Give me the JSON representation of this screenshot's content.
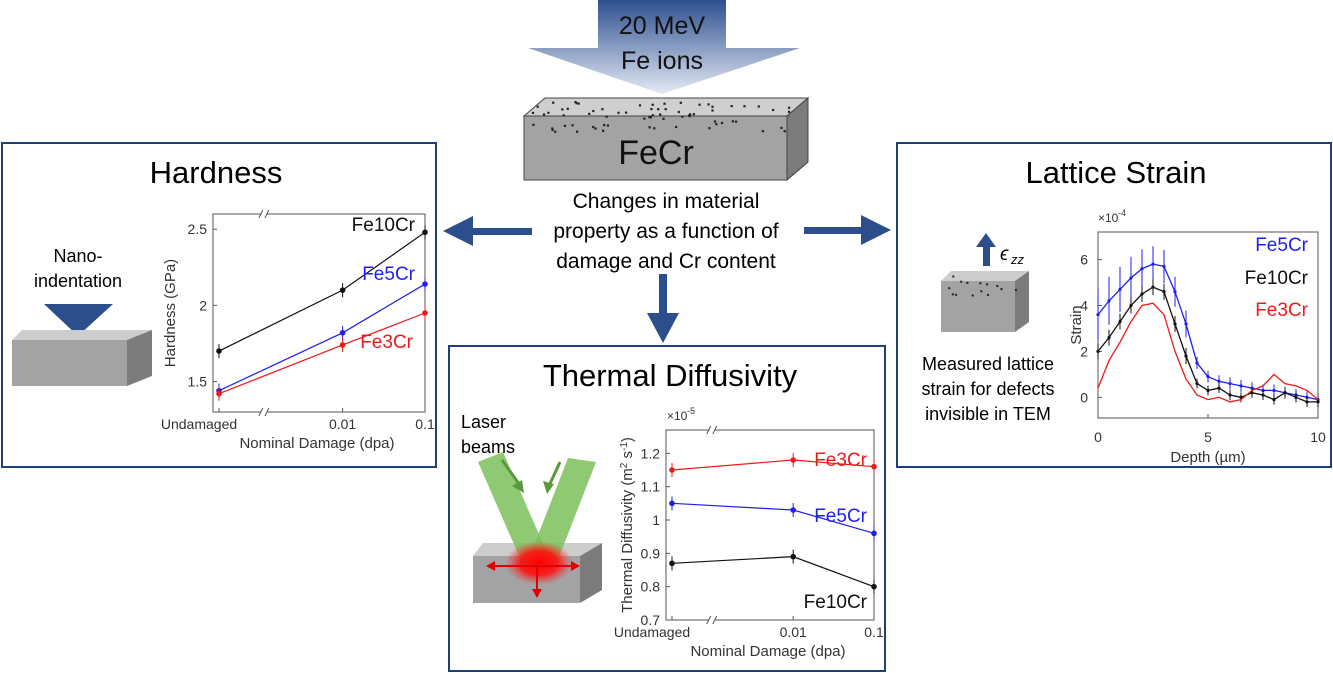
{
  "ion_beam": {
    "line1": "20 MeV",
    "line2": "Fe ions"
  },
  "sample": {
    "label": "FeCr"
  },
  "center_caption": {
    "line1": "Changes in material",
    "line2": "property as a function of",
    "line3": "damage and Cr content"
  },
  "panels": {
    "hardness": {
      "title": "Hardness",
      "method_line1": "Nano-",
      "method_line2": "indentation"
    },
    "thermal": {
      "title": "Thermal Diffusivity",
      "method_line1": "Laser",
      "method_line2": "beams"
    },
    "strain": {
      "title": "Lattice Strain",
      "symbol": "ϵ",
      "symbol_sub": "zz",
      "caption_line1": "Measured lattice",
      "caption_line2": "strain for defects",
      "caption_line3": "invisible in TEM"
    }
  },
  "colors": {
    "frame": "#1f3f7a",
    "arrow": "#2c4f8c",
    "beam_top": "#2e4f8f",
    "beam_bottom": "#dfe6f2",
    "block_front": "#a3a3a3",
    "block_top": "#cfcfcf",
    "block_side": "#7c7c7c",
    "fe10cr": "#111111",
    "fe5cr": "#1f1fef",
    "fe3cr": "#ee1a1a",
    "laser": "#7dbf5a"
  },
  "chart_data": [
    {
      "id": "hardness",
      "type": "line",
      "xlabel": "Nominal Damage (dpa)",
      "ylabel": "Hardness (GPa)",
      "categories": [
        "Undamaged",
        "0.01",
        "0.1"
      ],
      "yticks": [
        "1.5",
        "2",
        "2.5"
      ],
      "ylim": [
        1.3,
        2.6
      ],
      "series": [
        {
          "name": "Fe10Cr",
          "color": "#111111",
          "values": [
            1.7,
            2.1,
            2.48
          ]
        },
        {
          "name": "Fe5Cr",
          "color": "#1f1fef",
          "values": [
            1.44,
            1.82,
            2.14
          ]
        },
        {
          "name": "Fe3Cr",
          "color": "#ee1a1a",
          "values": [
            1.42,
            1.74,
            1.95
          ]
        }
      ]
    },
    {
      "id": "thermal",
      "type": "line",
      "xlabel": "Nominal Damage (dpa)",
      "ylabel_main": "Thermal Diffusivity (m",
      "ylabel_sup1": "2",
      "ylabel_mid": " s",
      "ylabel_sup2": "-1",
      "ylabel_end": ")",
      "multiplier": "×10",
      "multiplier_exp": "-5",
      "categories": [
        "Undamaged",
        "0.01",
        "0.1"
      ],
      "yticks": [
        "0.7",
        "0.8",
        "0.9",
        "1",
        "1.1",
        "1.2"
      ],
      "ylim": [
        0.7,
        1.27
      ],
      "series": [
        {
          "name": "Fe3Cr",
          "color": "#ee1a1a",
          "values": [
            1.15,
            1.18,
            1.16
          ]
        },
        {
          "name": "Fe5Cr",
          "color": "#1f1fef",
          "values": [
            1.05,
            1.03,
            0.96
          ]
        },
        {
          "name": "Fe10Cr",
          "color": "#111111",
          "values": [
            0.87,
            0.89,
            0.8
          ]
        }
      ]
    },
    {
      "id": "strain",
      "type": "line",
      "xlabel": "Depth (µm)",
      "ylabel": "Strain",
      "multiplier": "×10",
      "multiplier_exp": "-4",
      "xticks": [
        "0",
        "5",
        "10"
      ],
      "yticks": [
        "0",
        "2",
        "4",
        "6"
      ],
      "xlim": [
        0,
        10
      ],
      "ylim": [
        -0.9,
        7.2
      ],
      "series": [
        {
          "name": "Fe5Cr",
          "color": "#1f1fef",
          "x": [
            0,
            0.5,
            1,
            1.5,
            2,
            2.5,
            3,
            3.5,
            4,
            4.5,
            5,
            5.5,
            6,
            6.5,
            7,
            7.5,
            8,
            8.5,
            9,
            9.5,
            10
          ],
          "y": [
            3.6,
            4.2,
            4.7,
            5.2,
            5.6,
            5.8,
            5.7,
            4.6,
            3.2,
            1.5,
            0.9,
            0.7,
            0.6,
            0.5,
            0.4,
            0.3,
            0.3,
            0.2,
            0.1,
            0.0,
            -0.1
          ]
        },
        {
          "name": "Fe10Cr",
          "color": "#111111",
          "x": [
            0,
            0.5,
            1,
            1.5,
            2,
            2.5,
            3,
            3.5,
            4,
            4.5,
            5,
            5.5,
            6,
            6.5,
            7,
            7.5,
            8,
            8.5,
            9,
            9.5,
            10
          ],
          "y": [
            2.0,
            2.6,
            3.3,
            4.0,
            4.5,
            4.8,
            4.6,
            3.2,
            1.8,
            0.6,
            0.3,
            0.4,
            0.1,
            0.0,
            0.2,
            0.1,
            -0.1,
            0.2,
            0.0,
            -0.2,
            -0.2
          ]
        },
        {
          "name": "Fe3Cr",
          "color": "#ee1a1a",
          "x": [
            0,
            0.5,
            1,
            1.5,
            2,
            2.5,
            3,
            3.5,
            4,
            4.5,
            5,
            5.5,
            6,
            6.5,
            7,
            7.5,
            8,
            8.5,
            9,
            9.5,
            10
          ],
          "y": [
            0.4,
            1.6,
            2.4,
            3.3,
            4.0,
            4.1,
            3.6,
            2.0,
            0.8,
            0.1,
            -0.1,
            0.0,
            -0.2,
            -0.1,
            0.3,
            0.5,
            1.0,
            0.6,
            0.5,
            0.3,
            -0.1
          ]
        }
      ]
    }
  ]
}
